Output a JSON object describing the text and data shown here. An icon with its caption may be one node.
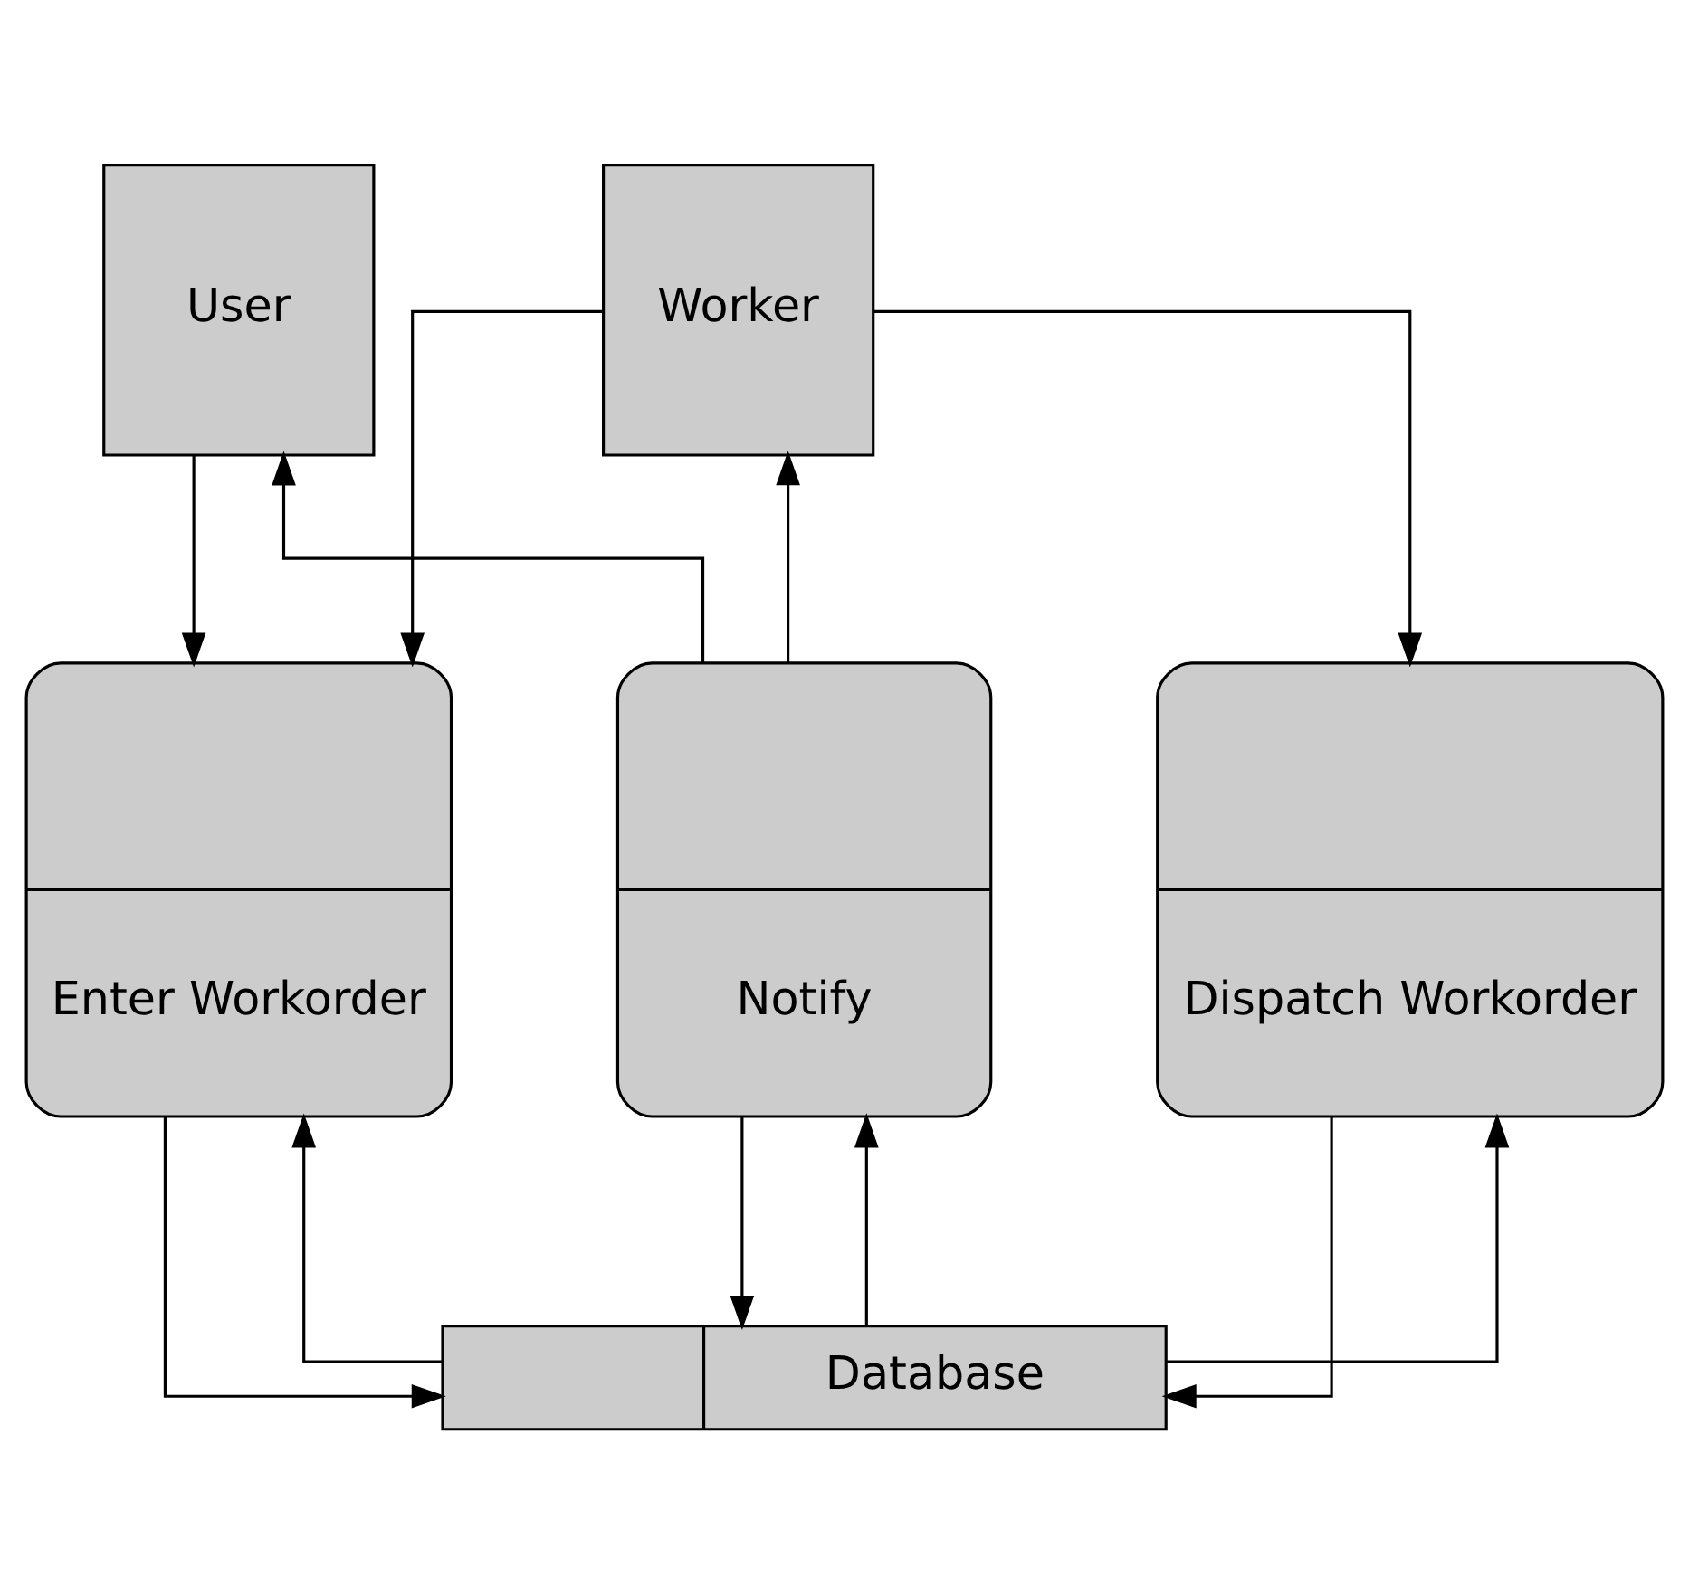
{
  "diagram": {
    "nodes": [
      {
        "text": [
          "User"
        ]
      },
      {
        "text": [
          "Worker"
        ]
      },
      {
        "text": [
          "Enter Workorder"
        ]
      },
      {
        "text": [
          "Dispatch Workorder"
        ]
      },
      {
        "text": [
          "Notify"
        ]
      },
      {
        "text": [
          "Database"
        ]
      }
    ],
    "edges": [
      {
        "from": 1,
        "to": 2,
        "arrow": "to"
      },
      {
        "from": 4,
        "to": 0,
        "arrow": "to"
      },
      {
        "from": 0,
        "to": 2,
        "arrow": "to"
      },
      {
        "from": 1,
        "to": 3,
        "arrow": "to"
      },
      {
        "from": 4,
        "to": 1,
        "arrow": "to"
      },
      {
        "from": 2,
        "to": 5,
        "arrow": "to"
      },
      {
        "from": 5,
        "to": 2,
        "arrow": "to"
      },
      {
        "from": 3,
        "to": 5,
        "arrow": "to"
      },
      {
        "from": 5,
        "to": 3,
        "arrow": "to"
      },
      {
        "from": 4,
        "to": 5,
        "arrow": "to"
      },
      {
        "from": 5,
        "to": 4,
        "arrow": "to"
      }
    ]
  }
}
